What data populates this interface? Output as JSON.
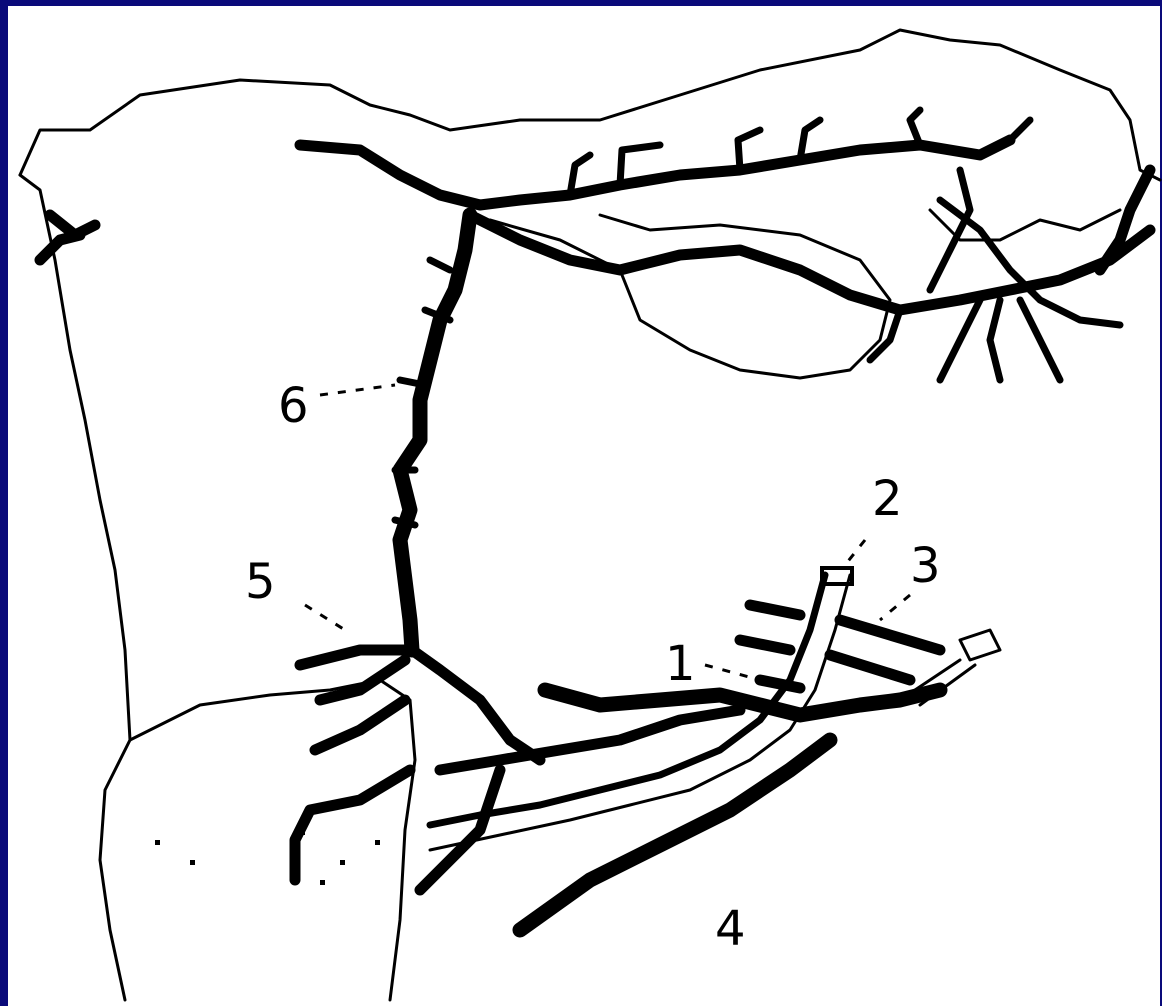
{
  "colors": {
    "frame": "#0a0a7a",
    "background": "#ffffff",
    "ink": "#000000"
  },
  "diagram": {
    "labels": {
      "l1": "1",
      "l2": "2",
      "l3": "3",
      "l4": "4",
      "l5": "5",
      "l6": "6"
    }
  }
}
